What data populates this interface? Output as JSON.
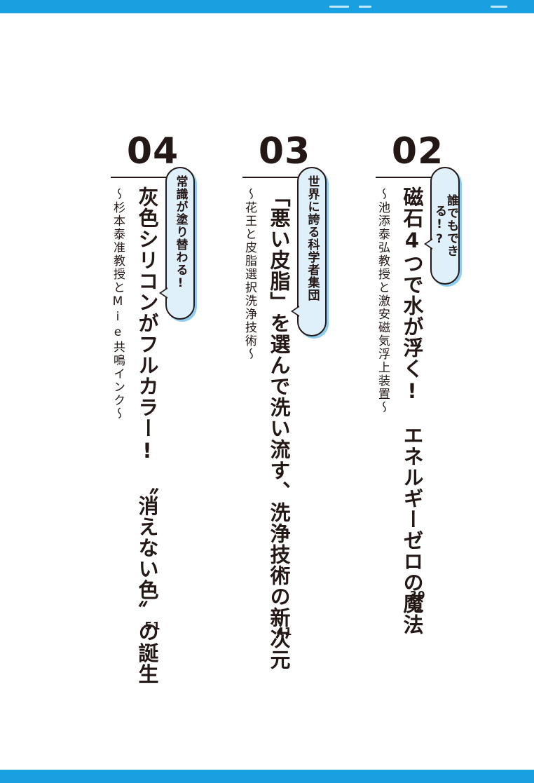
{
  "colors": {
    "accent_bar": "#1aa0e0",
    "bubble_fill": "#dff0fa",
    "bubble_shadow": "#8ecdf0",
    "text": "#231815"
  },
  "chapters": [
    {
      "number": "02",
      "bubble": "誰でもできる!?",
      "title_line1": "磁石4つで水が浮く!　エネルギーゼロの魔法",
      "subtitle": "～池添泰弘教授と激安磁気浮上装置～",
      "page": "30"
    },
    {
      "number": "03",
      "bubble": "世界に誇る科学者集団",
      "title_line1": "「悪い皮脂」を選んで洗い流す、洗浄技術の新次元",
      "subtitle": "～花王と皮脂選択洗浄技術～",
      "page": "41"
    },
    {
      "number": "04",
      "bubble": "常識が塗り替わる!",
      "title_line1": "灰色シリコンがフルカラー!　〝消えない色〟の誕生",
      "subtitle": "～杉本泰准教授とMie共鳴インク～",
      "page": "51"
    }
  ]
}
